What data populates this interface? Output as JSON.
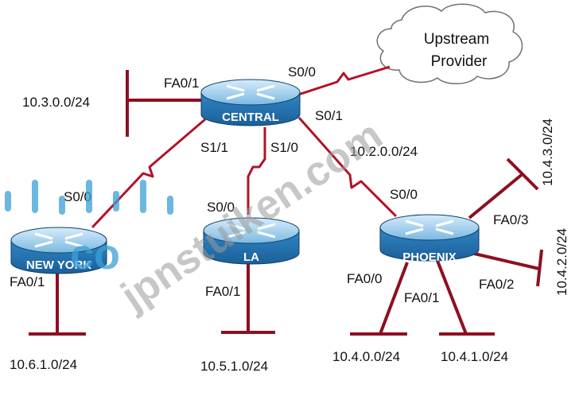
{
  "routers": {
    "central": "CENTRAL",
    "newyork": "NEW YORK",
    "la": "LA",
    "phoenix": "PHOENIX"
  },
  "cloud": {
    "line1": "Upstream",
    "line2": "Provider"
  },
  "interfaces": {
    "central_fa01": "FA0/1",
    "central_s00": "S0/0",
    "central_s01": "S0/1",
    "central_s11": "S1/1",
    "central_s10": "S1/0",
    "ny_s00": "S0/0",
    "ny_fa01": "FA0/1",
    "la_s00": "S0/0",
    "la_fa01": "FA0/1",
    "phx_s00": "S0/0",
    "phx_fa03": "FA0/3",
    "phx_fa02": "FA0/2",
    "phx_fa00": "FA0/0",
    "phx_fa01": "FA0/1"
  },
  "networks": {
    "n10_3_0": "10.3.0.0/24",
    "n10_2_0": "10.2.0.0/24",
    "n10_4_3": "10.4.3.0/24",
    "n10_4_2": "10.4.2.0/24",
    "n10_6_1": "10.6.1.0/24",
    "n10_5_1": "10.5.1.0/24",
    "n10_4_0": "10.4.0.0/24",
    "n10_4_1": "10.4.1.0/24"
  },
  "watermark": {
    "site": "jpnstuiken.com",
    "brand": "co"
  },
  "colors": {
    "router_body": "#2f86c6",
    "router_top": "#9fd0ef",
    "serial_link": "#b0132a",
    "lan_line": "#8e0f22"
  }
}
